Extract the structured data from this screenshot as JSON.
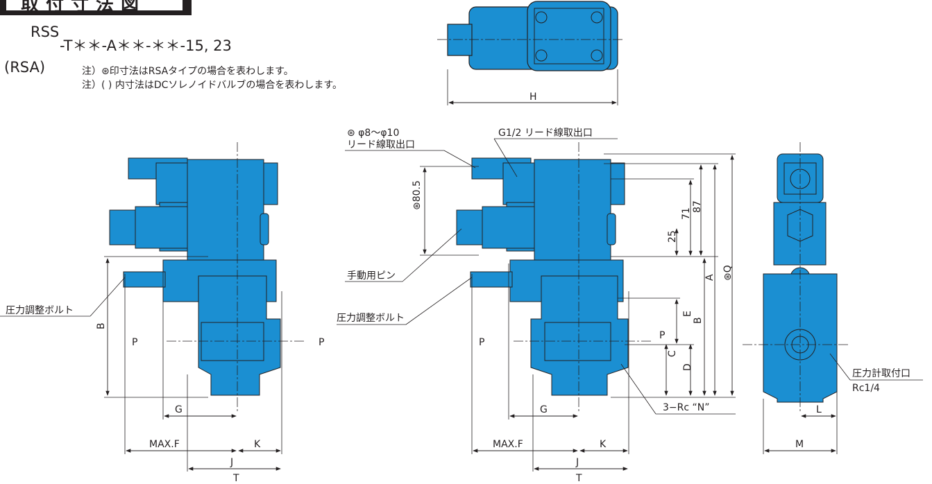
{
  "header": {
    "title": "取付寸法図"
  },
  "model": {
    "line1": "RSS",
    "line2": "(RSA)",
    "suffix": "-T＊＊-A＊＊-＊＊-15, 23"
  },
  "notes": [
    "注）⊛印寸法はRSAタイプの場合を表わします。",
    "注）( ) 内寸法はDCソレノイドバルブの場合を表わします。"
  ],
  "labels": {
    "pressure_bolt": "圧力調整ボルト",
    "manual_pin": "手動用ピン",
    "lead_wire_ac": "⊛ φ8〜φ10",
    "lead_wire_ac2": "リード線取出口",
    "lead_wire_g": "G1/2 リード線取出口",
    "rc_n": "3−Rc “N”",
    "gauge_port": "圧力計取付口",
    "gauge_size": "Rc1/4",
    "port_p": "P",
    "port_t": "T"
  },
  "dims": {
    "H": "H",
    "A": "A",
    "Q": "⊛Q",
    "B": "B",
    "C": "C",
    "D": "D",
    "E": "E",
    "F": "MAX.F",
    "G": "G",
    "J": "J",
    "K": "K",
    "L": "L",
    "M": "M",
    "d805": "⊛80.5",
    "d87": "87",
    "d71": "71",
    "d25": "25"
  },
  "colors": {
    "body": "#1b8fd2",
    "outline": "#231f20",
    "header_bg": "#231f20"
  }
}
